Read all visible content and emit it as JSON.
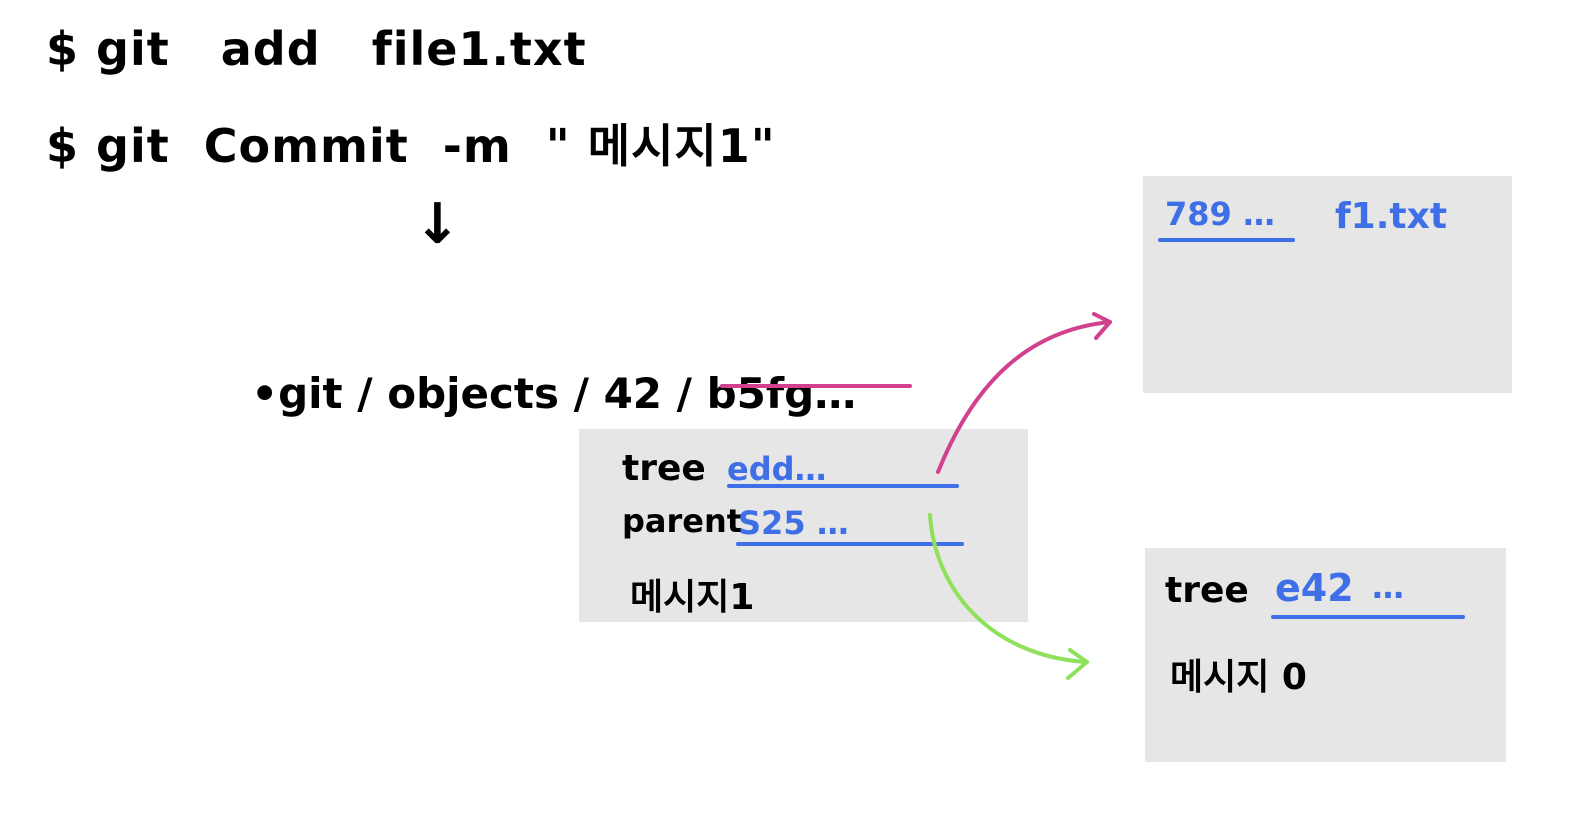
{
  "commands": {
    "line1": "$ git   add   file1.txt",
    "line2": "$ git  Commit  -m  \" 메시지1\""
  },
  "arrow_down": "↓",
  "object_path": {
    "prefix": "•git / objects / 42 / ",
    "hash": "b5fg",
    "ellipsis": "…"
  },
  "commit_object": {
    "tree_label": "tree",
    "tree_hash": "edd…",
    "parent_label": "parent",
    "parent_hash": "S25 …",
    "message": "메시지1"
  },
  "tree_object": {
    "hash": "789 …",
    "filename": "f1.txt"
  },
  "parent_commit_object": {
    "tree_label": "tree",
    "tree_hash": "e42",
    "ellipsis": "…",
    "message": "메시지 0"
  },
  "colors": {
    "blue": "#3f6fe6",
    "pink": "#d2418e",
    "green": "#8fe05a",
    "box": "#e6e6e6"
  }
}
